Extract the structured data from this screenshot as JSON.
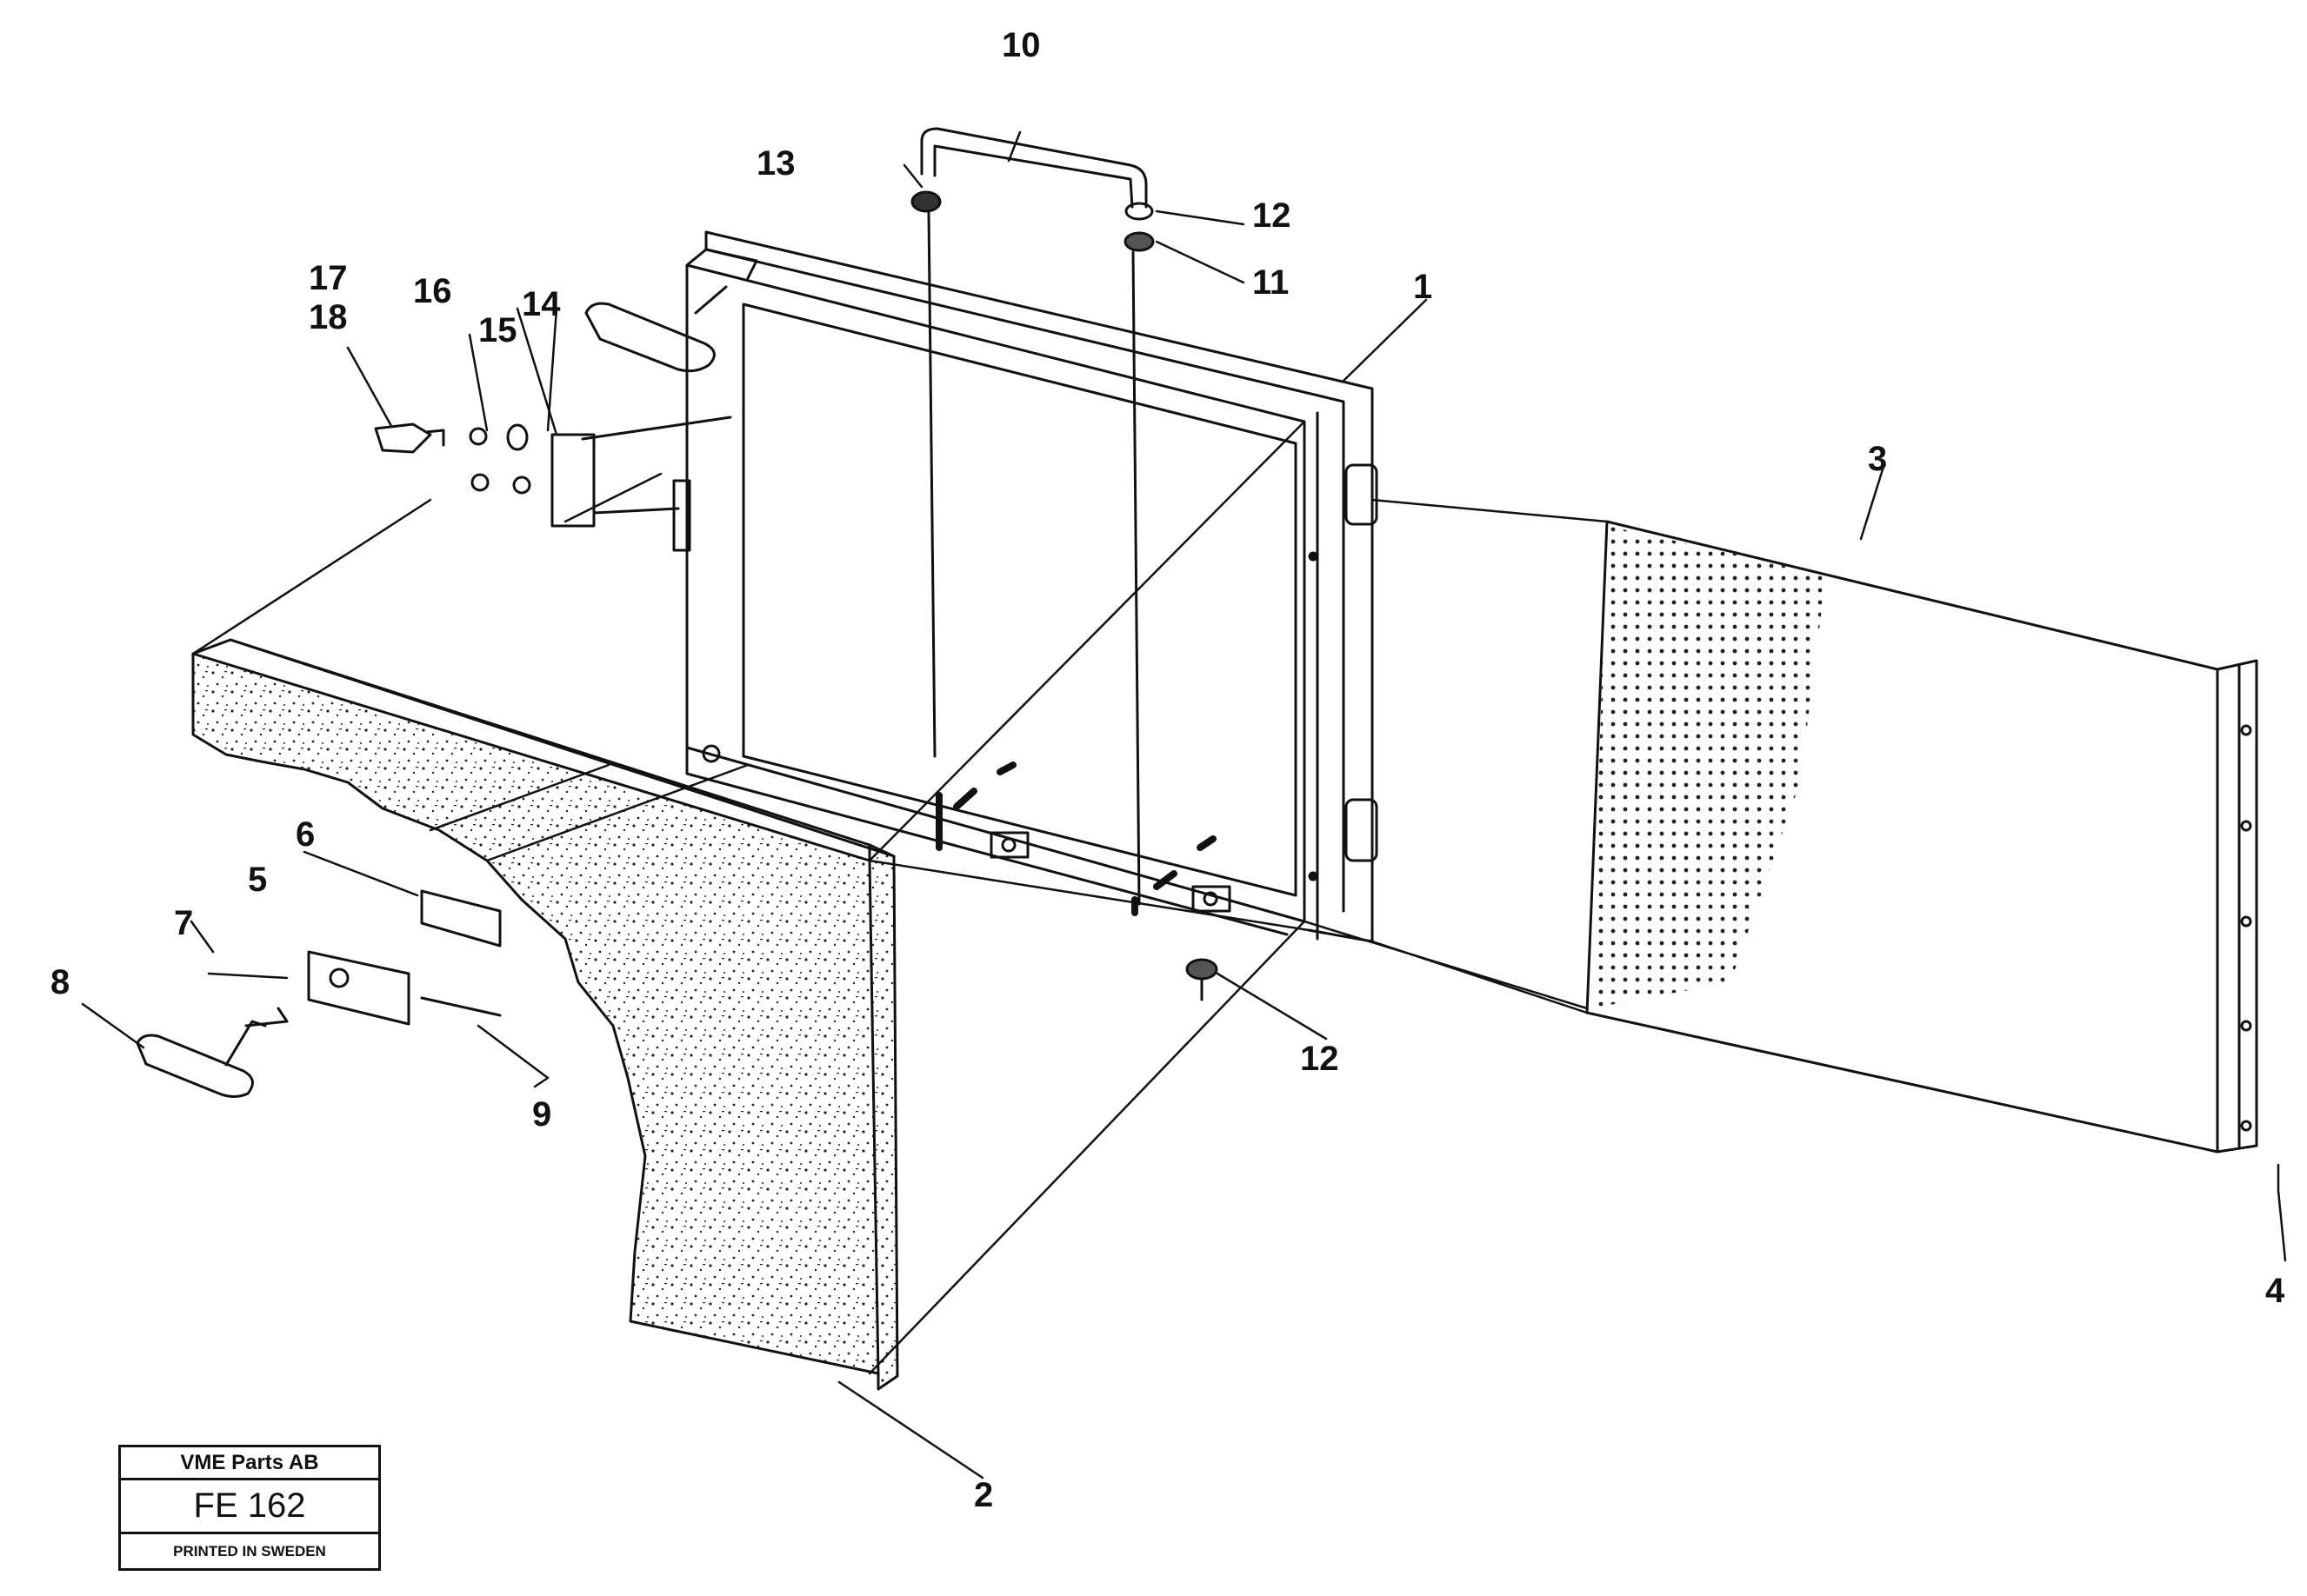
{
  "drawing": {
    "callouts": {
      "c1": "1",
      "c2": "2",
      "c3": "3",
      "c4": "4",
      "c5": "5",
      "c6": "6",
      "c7": "7",
      "c8": "8",
      "c9": "9",
      "c10": "10",
      "c11": "11",
      "c12a": "12",
      "c12b": "12",
      "c13": "13",
      "c14": "14",
      "c15": "15",
      "c16": "16",
      "c17": "17",
      "c18": "18"
    },
    "stamp": {
      "company": "VME Parts AB",
      "code": "FE 162",
      "origin": "PRINTED IN SWEDEN"
    }
  }
}
